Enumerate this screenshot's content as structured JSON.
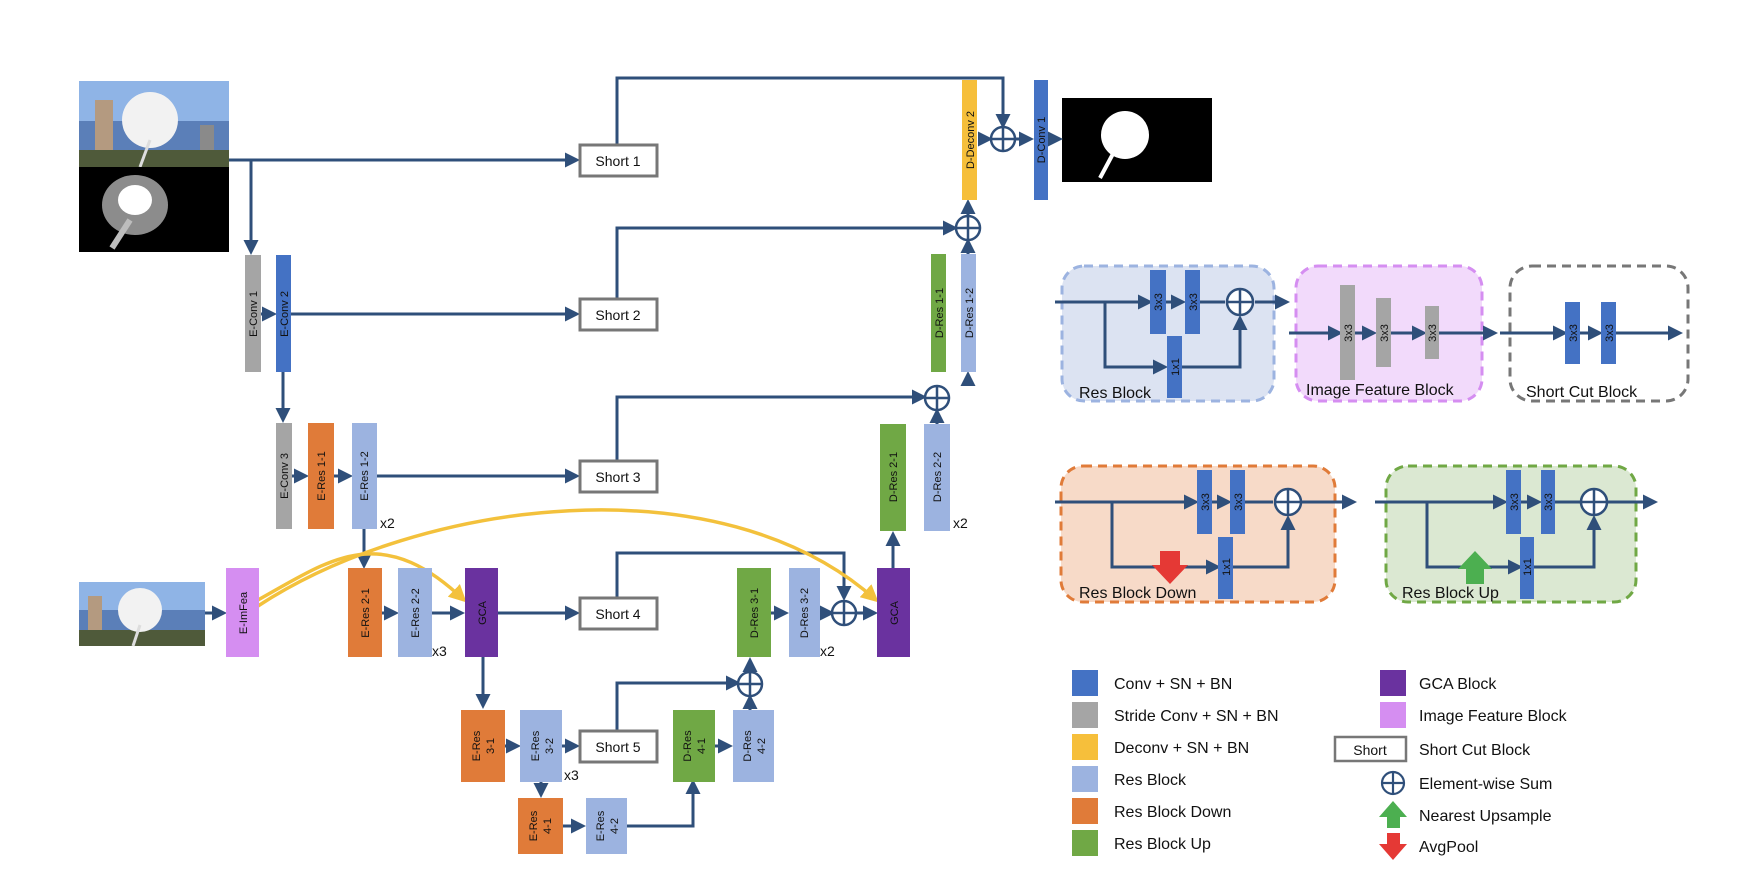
{
  "colors": {
    "conv": "#4472c4",
    "stride": "#a5a5a5",
    "deconv": "#f6bf3b",
    "res": "#9cb3e0",
    "res_down": "#e07b39",
    "res_up": "#70a845",
    "gca": "#6a329f",
    "imfea": "#d58ef1",
    "arrow": "#2f4f7a",
    "yellow_arrow": "#f3c13c"
  },
  "blocks": {
    "e_conv1": "E-Conv 1",
    "e_conv2": "E-Conv 2",
    "e_conv3": "E-Conv 3",
    "e_res11": "E-Res 1-1",
    "e_res12": "E-Res 1-2",
    "e_imfea": "E-ImFea",
    "e_res21": "E-Res 2-1",
    "e_res22": "E-Res 2-2",
    "gca1": "GCA",
    "e_res31_a": "E-Res",
    "e_res31_b": "3-1",
    "e_res32_a": "E-Res",
    "e_res32_b": "3-2",
    "e_res41_a": "E-Res",
    "e_res41_b": "4-1",
    "e_res42_a": "E-Res",
    "e_res42_b": "4-2",
    "d_res41_a": "D-Res",
    "d_res41_b": "4-1",
    "d_res42_a": "D-Res",
    "d_res42_b": "4-2",
    "d_res31": "D-Res 3-1",
    "d_res32": "D-Res 3-2",
    "gca2": "GCA",
    "d_res21": "D-Res 2-1",
    "d_res22": "D-Res 2-2",
    "d_res11": "D-Res 1-1",
    "d_res12": "D-Res 1-2",
    "d_deconv2": "D-Deconv 2",
    "d_conv1": "D-Conv 1"
  },
  "shorts": {
    "s1": "Short 1",
    "s2": "Short 2",
    "s3": "Short 3",
    "s4": "Short 4",
    "s5": "Short 5"
  },
  "multipliers": {
    "e_res12": "x2",
    "e_res22": "x3",
    "e_res32": "x3",
    "d_res22": "x2",
    "d_res32": "x2"
  },
  "insets": {
    "res_block": {
      "title": "Res Block",
      "k1": "3x3",
      "k2": "3x3",
      "k3": "1x1"
    },
    "image_feature_block": {
      "title": "Image Feature Block",
      "k1": "3x3",
      "k2": "3x3",
      "k3": "3x3"
    },
    "short_cut_block": {
      "title": "Short Cut Block",
      "k1": "3x3",
      "k2": "3x3"
    },
    "res_block_down": {
      "title": "Res Block Down",
      "k1": "3x3",
      "k2": "3x3",
      "k3": "1x1"
    },
    "res_block_up": {
      "title": "Res Block Up",
      "k1": "3x3",
      "k2": "3x3",
      "k3": "1x1"
    }
  },
  "legend": {
    "col1": [
      {
        "label": "Conv + SN + BN",
        "color": "#4472c4"
      },
      {
        "label": "Stride Conv + SN + BN",
        "color": "#a5a5a5"
      },
      {
        "label": "Deconv + SN + BN",
        "color": "#f6bf3b"
      },
      {
        "label": "Res Block",
        "color": "#9cb3e0"
      },
      {
        "label": "Res Block Down",
        "color": "#e07b39"
      },
      {
        "label": "Res Block Up",
        "color": "#70a845"
      }
    ],
    "col2": [
      {
        "label": "GCA Block",
        "color": "#6a329f"
      },
      {
        "label": "Image Feature Block",
        "color": "#d58ef1"
      },
      {
        "label": "Short Cut Block",
        "box": "Short"
      },
      {
        "label": "Element-wise Sum",
        "icon": "circle-plus-icon"
      },
      {
        "label": "Nearest Upsample",
        "icon": "green-up-arrow-icon",
        "color": "#4caf50"
      },
      {
        "label": "AvgPool",
        "icon": "red-down-arrow-icon",
        "color": "#e53935"
      }
    ]
  }
}
